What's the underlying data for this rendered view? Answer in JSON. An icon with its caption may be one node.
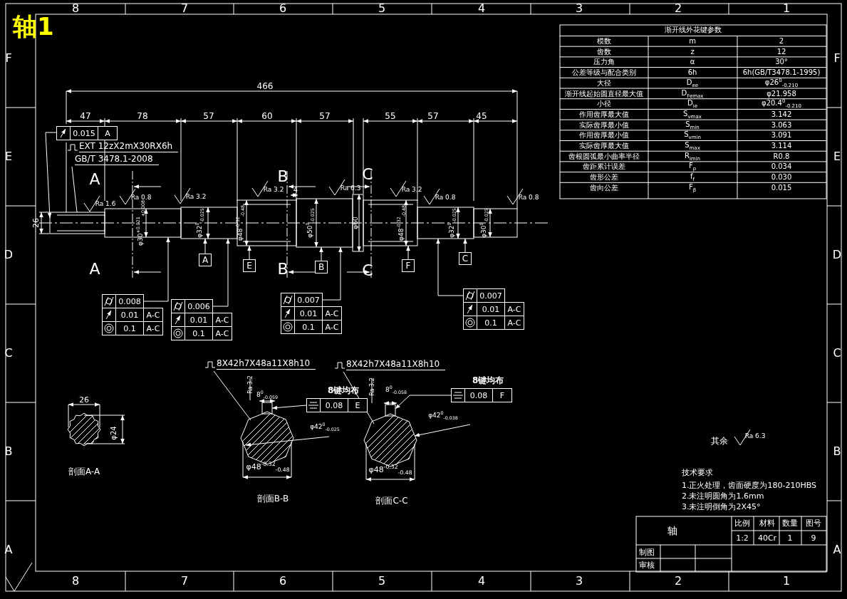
{
  "diagram": {
    "title": "轴1",
    "nodes": [
      {
        "text": [
          "0.015",
          "A"
        ]
      },
      {
        "text": [
          "EXT 12zX2mX30RX6h",
          "GB/T 3478.1-2008"
        ]
      },
      {
        "text": [
          "0.008",
          "0.01",
          "A-C",
          "0.1",
          "A-C"
        ]
      },
      {
        "text": [
          "0.006",
          "0.01",
          "A-C",
          "0.1",
          "A-C"
        ]
      },
      {
        "text": [
          "0.007",
          "0.01",
          "A-C",
          "0.1",
          "A-C"
        ]
      },
      {
        "text": [
          "0.007",
          "0.01",
          "A-C",
          "0.1",
          "A-C"
        ]
      },
      {
        "text": [
          "A"
        ]
      },
      {
        "text": [
          "E"
        ]
      },
      {
        "text": [
          "B"
        ]
      },
      {
        "text": [
          "F"
        ]
      },
      {
        "text": [
          "C"
        ]
      },
      {
        "text": [
          "8X42h7X48a11X8h10"
        ]
      },
      {
        "text": [
          "8X42h7X48a11X8h10"
        ]
      },
      {
        "text": [
          "0.08",
          "E"
        ],
        "beside": [
          "8键均布"
        ]
      },
      {
        "text": [
          "0.08",
          "F"
        ],
        "beside": [
          "8键均布"
        ]
      },
      {
        "text": [],
        "shape": "picture"
      },
      {
        "text": [],
        "shape": "picture"
      },
      {
        "text": [],
        "shape": "picture"
      }
    ],
    "edges": [
      {
        "from": 0,
        "to": 15,
        "arrow": "to"
      },
      {
        "from": 1,
        "to": 15,
        "arrow": "none"
      },
      {
        "from": 2,
        "to": 15,
        "arrow": "to"
      },
      {
        "from": 3,
        "to": 15,
        "arrow": "to"
      },
      {
        "from": 4,
        "to": 15,
        "arrow": "to"
      },
      {
        "from": 5,
        "to": 15,
        "arrow": "to"
      },
      {
        "from": 6,
        "to": 15,
        "arrow": "to"
      },
      {
        "from": 7,
        "to": 15,
        "arrow": "to"
      },
      {
        "from": 8,
        "to": 15,
        "arrow": "to"
      },
      {
        "from": 9,
        "to": 15,
        "arrow": "to"
      },
      {
        "from": 10,
        "to": 15,
        "arrow": "to"
      },
      {
        "from": 11,
        "to": 16,
        "arrow": "none"
      },
      {
        "from": 12,
        "to": 17,
        "arrow": "none"
      },
      {
        "from": 13,
        "to": 16,
        "arrow": "to"
      },
      {
        "from": 14,
        "to": 17,
        "arrow": "to"
      }
    ],
    "labels": [
      "8",
      "7",
      "6",
      "5",
      "4",
      "3",
      "2",
      "1",
      "F",
      "E",
      "D",
      "C",
      "B",
      "A",
      "F",
      "E",
      "D",
      "C",
      "B",
      "A",
      "8",
      "7",
      "6",
      "5",
      "4",
      "3",
      "2",
      "1",
      "渐开线外花键参数",
      "模数",
      "m",
      "2",
      "齿数",
      "z",
      "12",
      "压力角",
      "α",
      "30°",
      "公差等级与配合类别",
      "6h",
      "6h(GB/T3478.1-1995)",
      "大径",
      "D$_{ee}$",
      "φ26$^{0}$$_{-0.210}$",
      "渐开线起始圆直径最大值",
      "D$_{Femax}$",
      "φ21.958",
      "小径",
      "D$_{ie}$",
      "φ20.4$^{0}$$_{-0.210}$",
      "作用齿厚最大值",
      "S$_{vmax}$",
      "3.142",
      "实际齿厚最小值",
      "S$_{min}$",
      "3.063",
      "作用齿厚最小值",
      "S$_{vmin}$",
      "3.091",
      "实际齿厚最大值",
      "S$_{max}$",
      "3.114",
      "齿根圆弧最小曲率半径",
      "R$_{imin}$",
      "R0.8",
      "齿距累计误差",
      "F$_{p}$",
      "0.034",
      "齿形公差",
      "f$_{f}$",
      "0.030",
      "齿向公差",
      "F$_{β}$",
      "0.015",
      "466",
      "47",
      "78",
      "57",
      "60",
      "57",
      "55",
      "57",
      "45",
      "26",
      "A",
      "A",
      "B",
      "B",
      "C",
      "C",
      "Ra 1.6",
      "Ra 0.8",
      "Ra 3.2",
      "Ra 3.2",
      "Ra 6.3",
      "Ra 3.2",
      "Ra 0.8",
      "Ra 0.8",
      "4",
      "φ30$^{+0.021}$$_{+0.008}$",
      "φ32$^{0}$$_{-0.025}$",
      "φ48$^{-0.32}$$_{-0.48}$",
      "φ50$^{0}$$_{-0.025}$",
      "φ60",
      "φ48$^{-0.32}$$_{-0.48}$",
      "φ32$^{0}$$_{-0.025}$",
      "φ30$^{0}$$_{-0.025}$",
      "26",
      "φ24",
      "剖面A-A",
      "Ra 3.2",
      "8$^{0}$$_{-0.059}$",
      "φ42$^{0}$$_{-0.025}$",
      "φ48$^{-0.32}$$_{-0.48}$",
      "剖面B-B",
      "Ra 3.2",
      "8$^{0}$$_{-0.058}$",
      "φ42$^{0}$$_{-0.038}$",
      "φ48$^{-0.32}$$_{-0.48}$",
      "剖面C-C",
      "其余",
      "Ra 6.3",
      "技术要求",
      "1.正火处理，齿面硬度为180-210HBS",
      "2.未注明圆角为1.6mm",
      "3.未注明倒角为2X45°",
      "轴",
      "比例",
      "材料",
      "数量",
      "图号",
      "1:2",
      "40Cr",
      "1",
      "9",
      "制图",
      "审核"
    ]
  }
}
